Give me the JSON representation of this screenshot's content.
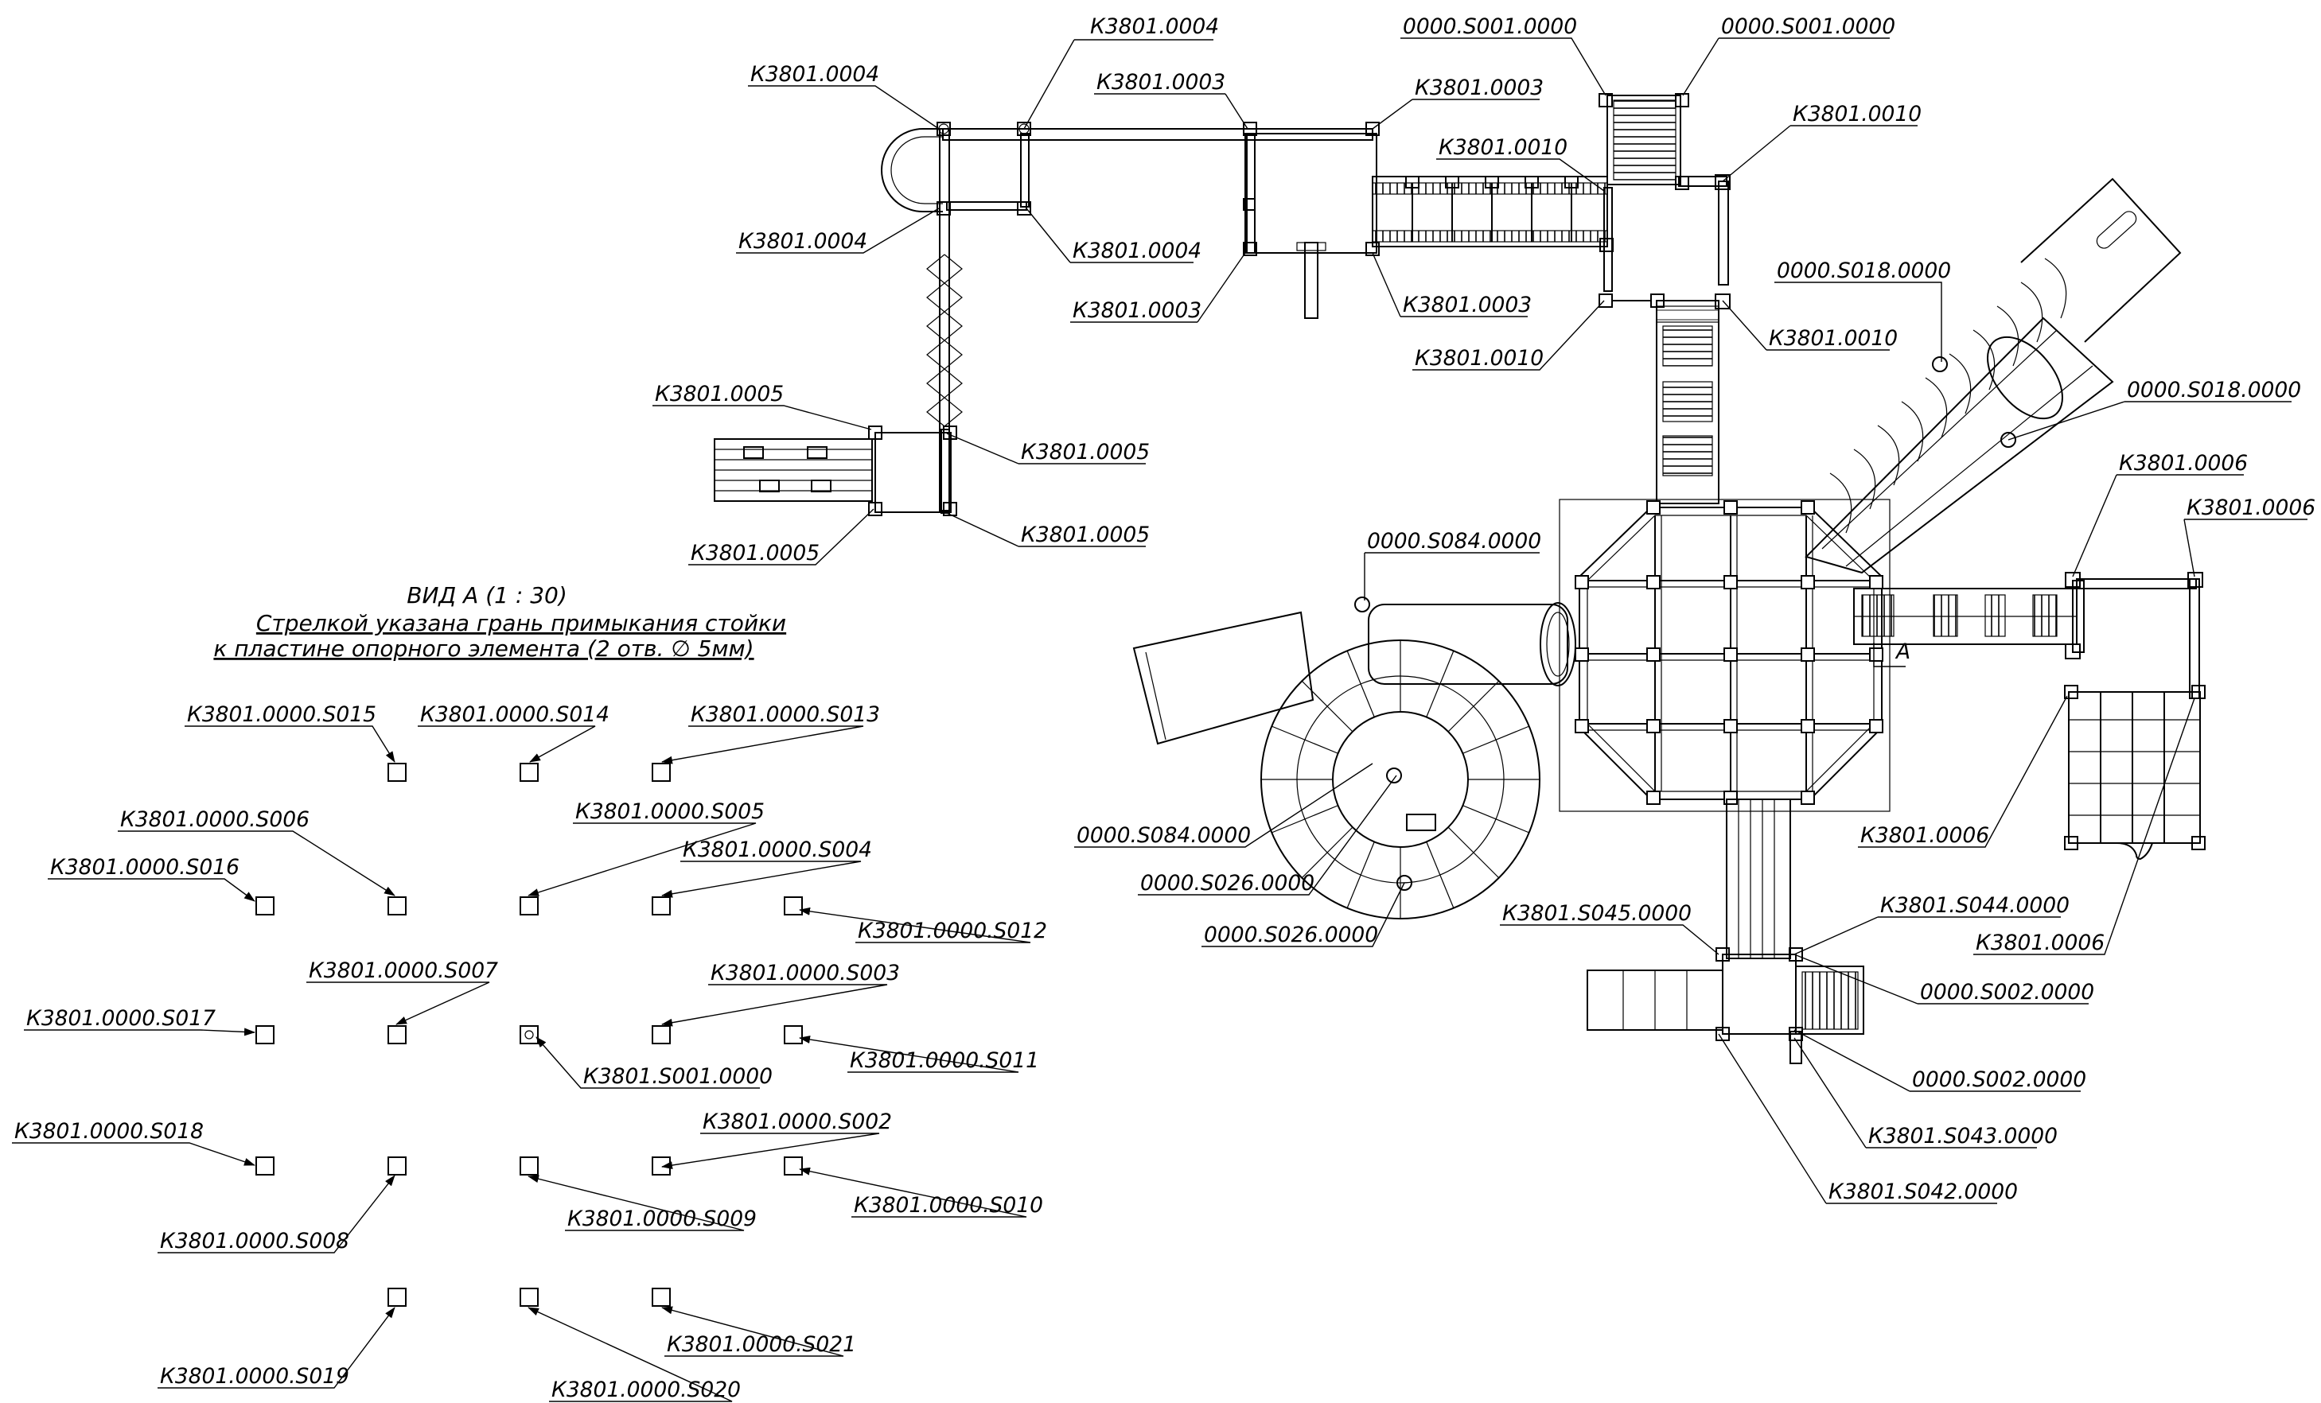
{
  "view": {
    "title": "ВИД А (1 : 30)",
    "note_line1": "Стрелкой указана грань примыкания стойки",
    "note_line2": "к пластине опорного элемента (2 отв. ∅ 5мм)",
    "marker": "А"
  },
  "callouts": {
    "top_left": [
      "К3801.0004",
      "К3801.0004",
      "К3801.0004",
      "К3801.0004"
    ],
    "posts_0003": [
      "К3801.0003",
      "К3801.0003",
      "К3801.0003",
      "К3801.0003"
    ],
    "stairs_s001": [
      "0000.S001.0000",
      "0000.S001.0000"
    ],
    "posts_0010": [
      "К3801.0010",
      "К3801.0010",
      "К3801.0010"
    ],
    "posts_0005": [
      "К3801.0005",
      "К3801.0005",
      "К3801.0005",
      "К3801.0005"
    ],
    "tube_s018": [
      "0000.S018.0000",
      "0000.S018.0000"
    ],
    "spiral_s084": [
      "0000.S084.0000",
      "0000.S084.0000"
    ],
    "spiral_s026": [
      "0000.S026.0000",
      "0000.S026.0000"
    ],
    "posts_0006": [
      "К3801.0006",
      "К3801.0006",
      "К3801.0006",
      "К3801.0006"
    ],
    "bottom": [
      "К3801.S045.0000",
      "К3801.S044.0000",
      "0000.S002.0000",
      "0000.S002.0000",
      "К3801.S043.0000",
      "К3801.S042.0000"
    ]
  },
  "plates": [
    "К3801.0000.S015",
    "К3801.0000.S014",
    "К3801.0000.S013",
    "К3801.0000.S006",
    "К3801.0000.S005",
    "К3801.0000.S004",
    "К3801.0000.S016",
    "К3801.0000.S012",
    "К3801.0000.S007",
    "К3801.0000.S003",
    "К3801.0000.S017",
    "К3801.S001.0000",
    "К3801.0000.S011",
    "К3801.0000.S018",
    "К3801.0000.S002",
    "К3801.0000.S008",
    "К3801.0000.S009",
    "К3801.0000.S010",
    "К3801.0000.S019",
    "К3801.0000.S020",
    "К3801.0000.S021"
  ]
}
